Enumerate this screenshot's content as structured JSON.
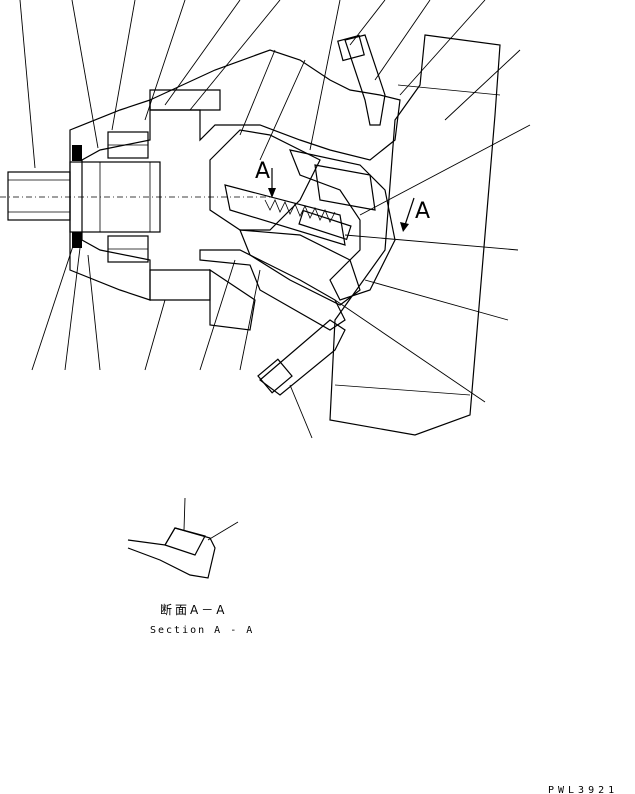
{
  "labels": {
    "section_marker_1": "A",
    "section_marker_2": "A"
  },
  "caption": {
    "japanese": "断面A－A",
    "english": "Section A - A"
  },
  "drawing_code": "PWL3921"
}
